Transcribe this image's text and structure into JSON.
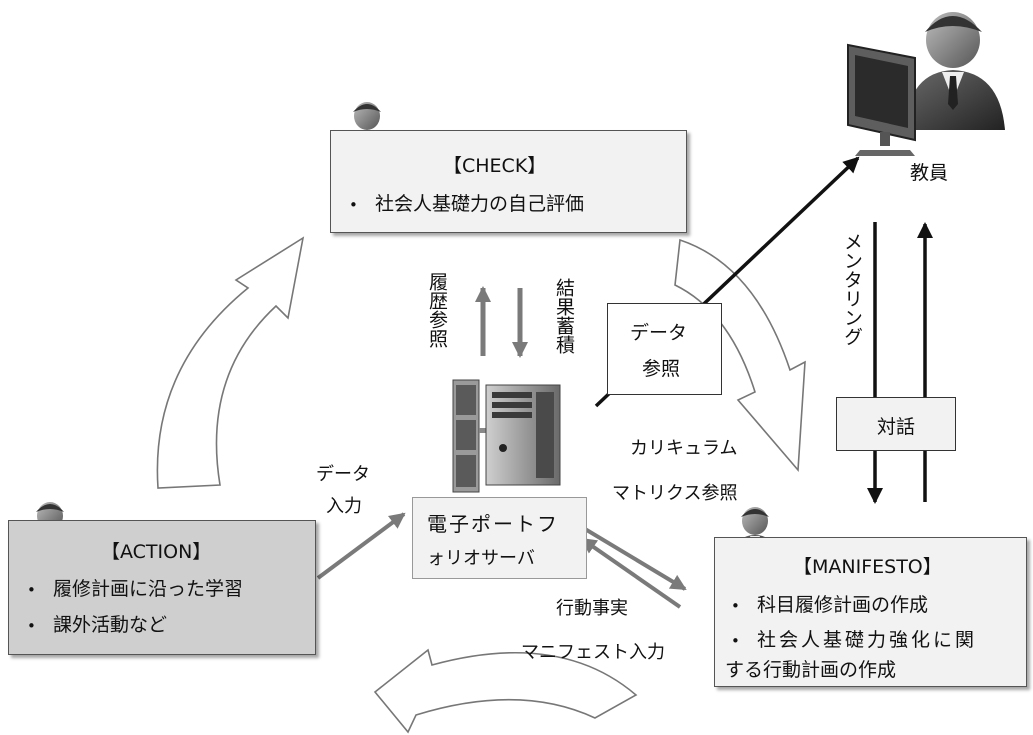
{
  "check": {
    "title": "【CHECK】",
    "bullets": [
      "社会人基礎力の自己評価"
    ]
  },
  "action": {
    "title": "【ACTION】",
    "bullets": [
      "履修計画に沿った学習",
      "課外活動など"
    ]
  },
  "manifesto": {
    "title": "【MANIFESTO】",
    "bullets": [
      "科目履修計画の作成",
      "社会人基礎力強化に関する行動計画の作成"
    ],
    "bullet2_line1": "社会人基礎力強化に関",
    "bullet2_line2": "する行動計画の作成"
  },
  "server": {
    "line1": "電子ポートフ",
    "line2": "ォリオサーバ"
  },
  "teacher": {
    "label": "教員"
  },
  "labels": {
    "history_ref": "履歴参照",
    "result_store": "結果蓄積",
    "data_ref_1": "データ",
    "data_ref_2": "参照",
    "data_input_1": "データ",
    "data_input_2": "入力",
    "curriculum_1": "カリキュラム",
    "curriculum_2": "マトリクス参照",
    "action_fact_1": "行動事実",
    "action_fact_2": "マニフェスト入力",
    "mentoring": "メンタリング",
    "dialogue": "対話"
  },
  "bullet_symbol": "•",
  "colors": {
    "box_light": "#f2f2f2",
    "box_gray": "#cfcfcf",
    "arrow_gray": "#7a7a7a",
    "arrow_black": "#111111"
  },
  "icons": [
    "person-icon",
    "teacher-at-computer-icon",
    "server-tower-icon",
    "cycle-arrow-icon"
  ]
}
